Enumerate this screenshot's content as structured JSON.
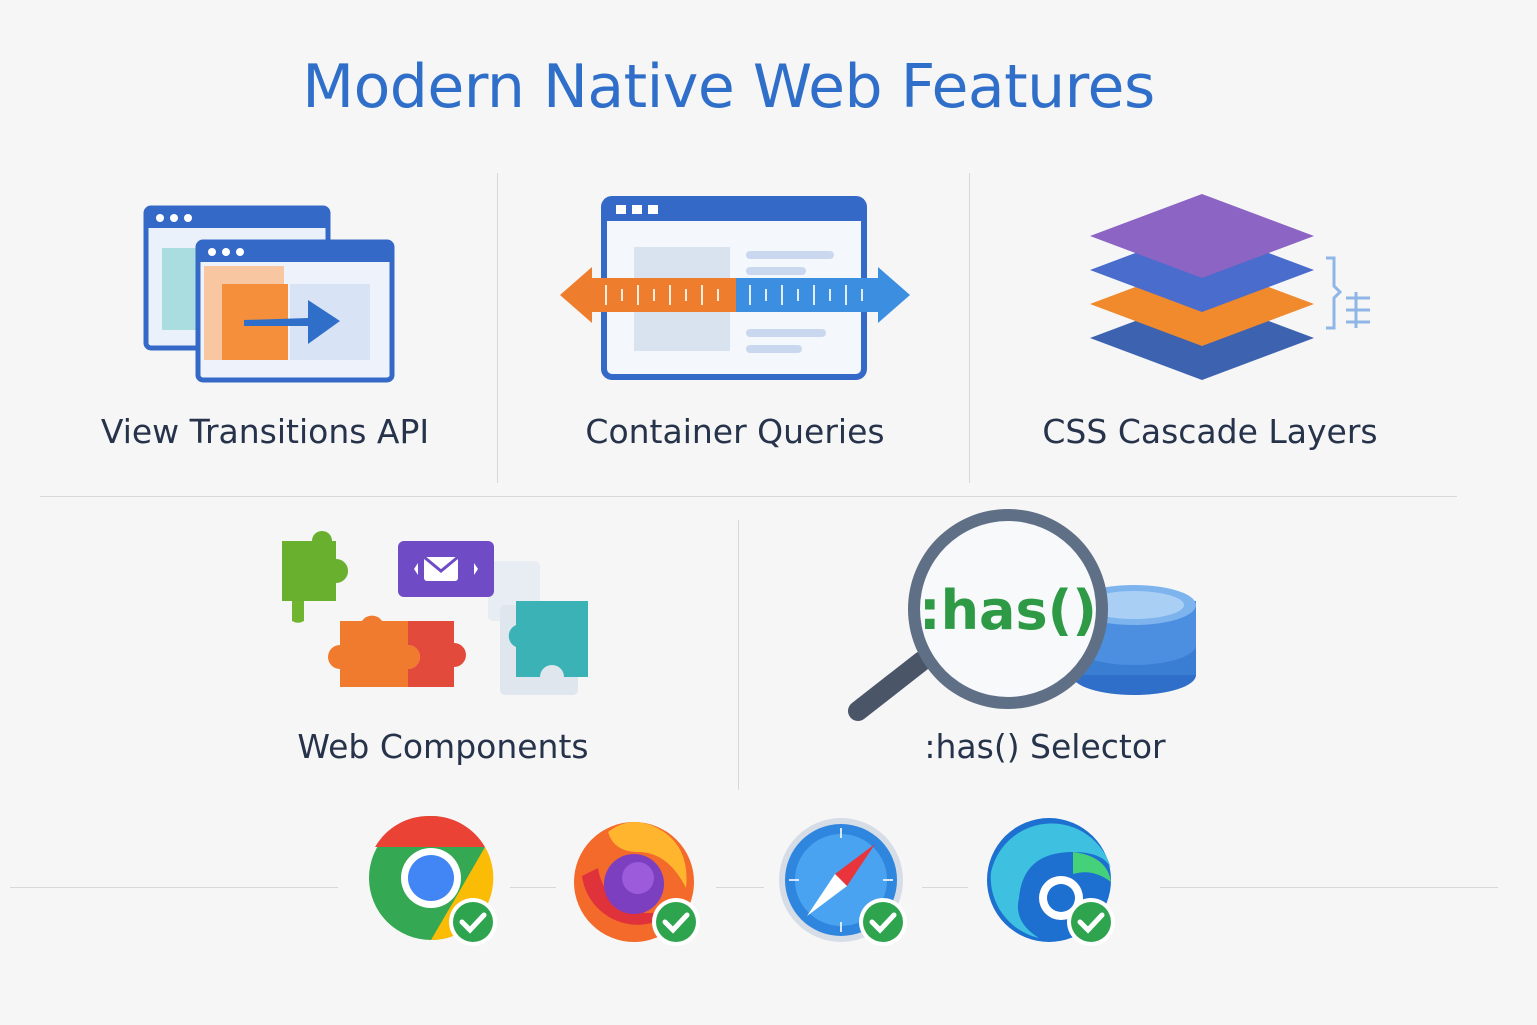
{
  "title": "Modern Native Web Features",
  "features": [
    {
      "label": "View Transitions API",
      "icon": "view-transitions-icon"
    },
    {
      "label": "Container Queries",
      "icon": "container-queries-icon"
    },
    {
      "label": "CSS Cascade Layers",
      "icon": "cascade-layers-icon"
    },
    {
      "label": "Web Components",
      "icon": "puzzle-pieces-icon"
    },
    {
      "label": ":has() Selector",
      "icon": "magnifier-icon",
      "icon_text": ":has()"
    }
  ],
  "browsers": [
    {
      "icon": "chrome-icon",
      "status": "supported"
    },
    {
      "icon": "firefox-icon",
      "status": "supported"
    },
    {
      "icon": "safari-icon",
      "status": "supported"
    },
    {
      "icon": "edge-icon",
      "status": "supported"
    }
  ],
  "colors": {
    "title": "#2f6fc9",
    "label": "#26334a",
    "check": "#2ea44f",
    "divider": "#d6d9dc"
  }
}
